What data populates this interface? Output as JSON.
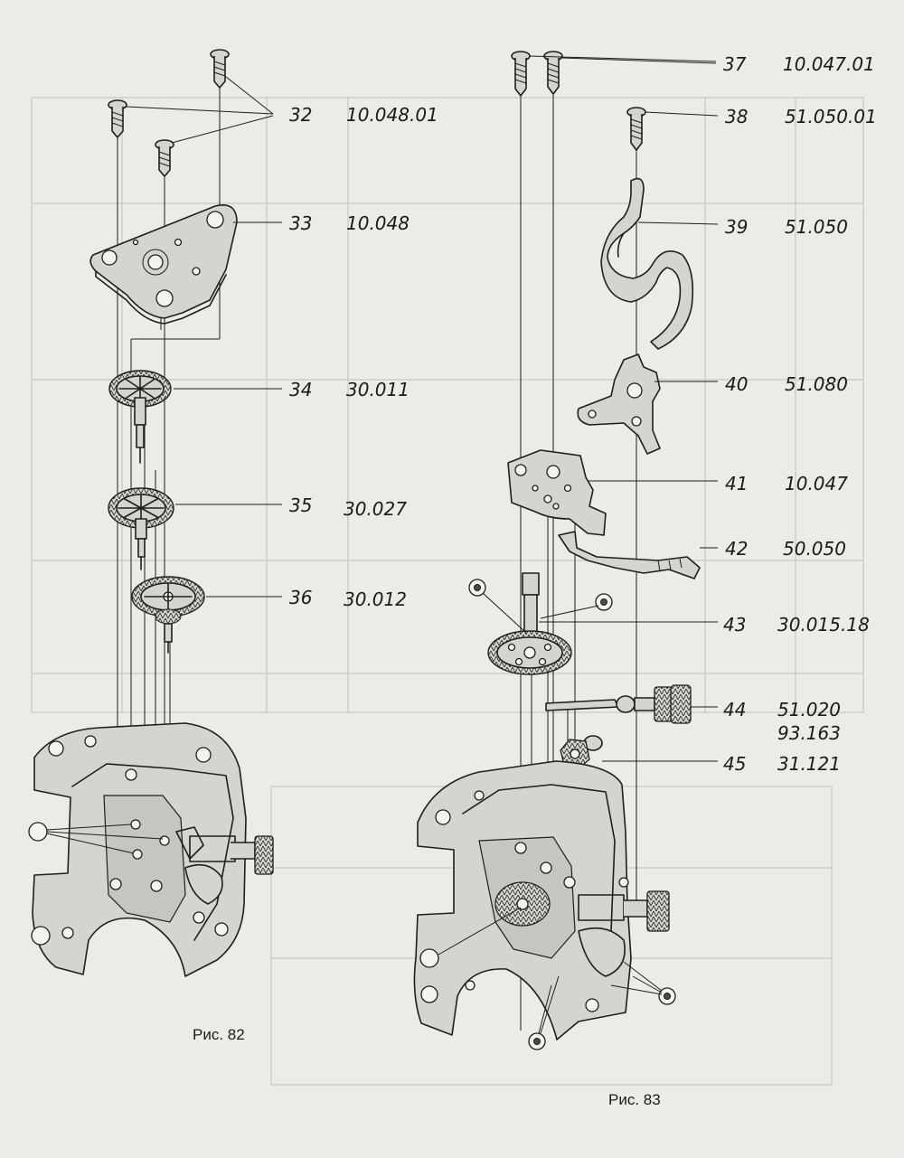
{
  "figures": [
    {
      "caption": "Рис. 82",
      "callouts": [
        {
          "num": "32",
          "code": "10.048.01"
        },
        {
          "num": "33",
          "code": "10.048"
        },
        {
          "num": "34",
          "code": "30.011"
        },
        {
          "num": "35",
          "code": "30.027"
        },
        {
          "num": "36",
          "code": "30.012"
        }
      ]
    },
    {
      "caption": "Рис. 83",
      "callouts": [
        {
          "num": "37",
          "code": "10.047.01"
        },
        {
          "num": "38",
          "code": "51.050.01"
        },
        {
          "num": "39",
          "code": "51.050"
        },
        {
          "num": "40",
          "code": "51.080"
        },
        {
          "num": "41",
          "code": "10.047"
        },
        {
          "num": "42",
          "code": "50.050"
        },
        {
          "num": "43",
          "code": "30.015.18"
        },
        {
          "num": "44",
          "code": "51.020",
          "code2": "93.163"
        },
        {
          "num": "45",
          "code": "31.121"
        }
      ]
    }
  ]
}
